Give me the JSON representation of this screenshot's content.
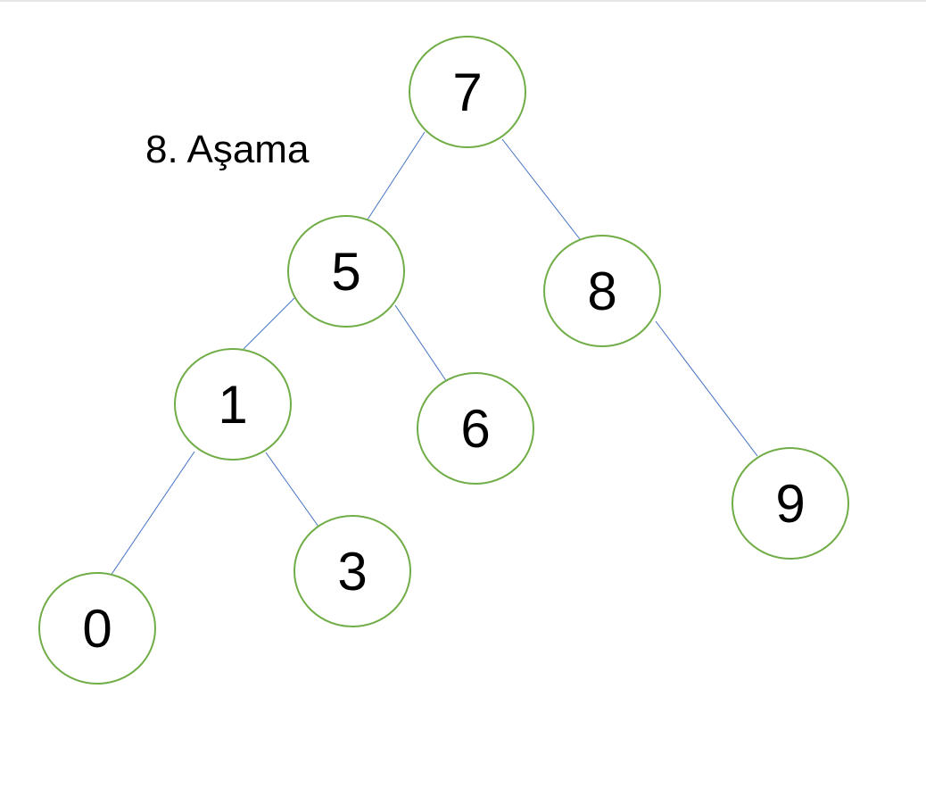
{
  "diagram": {
    "title": "8. Aşama",
    "colors": {
      "node_stroke": "#70ad47",
      "edge_stroke": "#4472c4",
      "text": "#000000",
      "background": "#ffffff"
    },
    "nodes": [
      {
        "id": "n7",
        "label": "7"
      },
      {
        "id": "n5",
        "label": "5"
      },
      {
        "id": "n8",
        "label": "8"
      },
      {
        "id": "n1",
        "label": "1"
      },
      {
        "id": "n6",
        "label": "6"
      },
      {
        "id": "n9",
        "label": "9"
      },
      {
        "id": "n3",
        "label": "3"
      },
      {
        "id": "n0",
        "label": "0"
      }
    ],
    "edges": [
      {
        "from": "n7",
        "to": "n5"
      },
      {
        "from": "n7",
        "to": "n8"
      },
      {
        "from": "n5",
        "to": "n1"
      },
      {
        "from": "n5",
        "to": "n6"
      },
      {
        "from": "n8",
        "to": "n9"
      },
      {
        "from": "n1",
        "to": "n0"
      },
      {
        "from": "n1",
        "to": "n3"
      }
    ]
  }
}
